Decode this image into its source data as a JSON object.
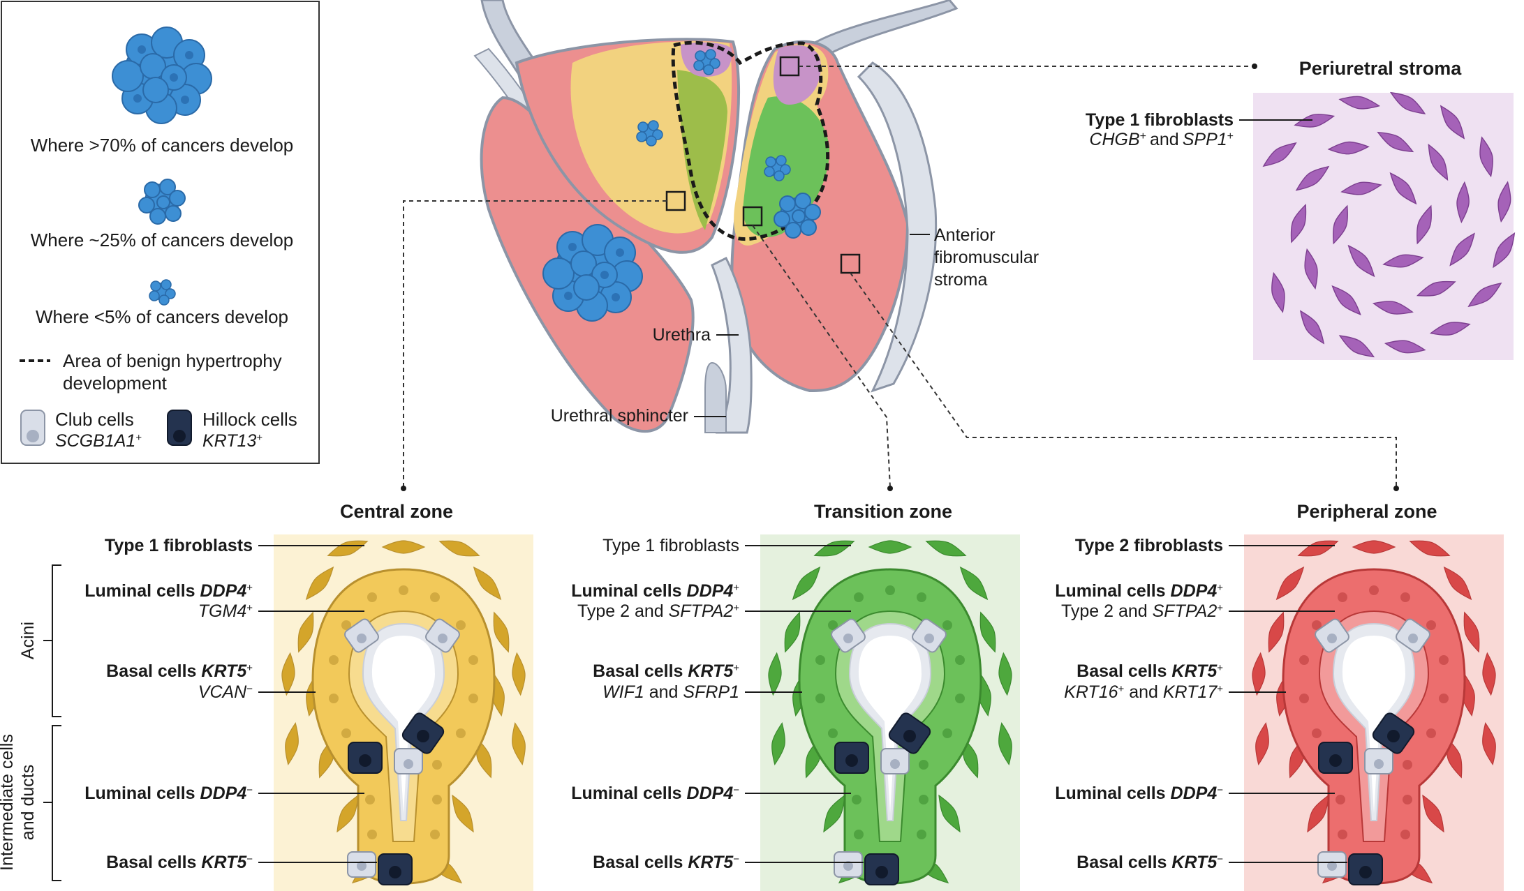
{
  "legend": {
    "gt70": "Where >70% of cancers develop",
    "approx25": "Where ~25% of cancers develop",
    "lt5": "Where <5% of cancers develop",
    "bph": [
      "Area of benign hypertrophy",
      "development"
    ],
    "club": {
      "name": "Club cells",
      "marker": "SCGB1A1",
      "sup": "+"
    },
    "hillock": {
      "name": "Hillock cells",
      "marker": "KRT13",
      "sup": "+"
    }
  },
  "anatomy": {
    "anterior": [
      "Anterior",
      "fibromuscular",
      "stroma"
    ],
    "urethra": "Urethra",
    "sphincter": "Urethral sphincter"
  },
  "periurethral": {
    "title": "Periuretral stroma",
    "fibro": "Type 1 fibroblasts",
    "m1": "CHGB",
    "and": "and",
    "m2": "SPP1",
    "sup": "+"
  },
  "side": {
    "acini": "Acini",
    "ducts": [
      "Intermediate cells",
      "and ducts"
    ]
  },
  "zones": [
    {
      "title": "Central zone",
      "fibro": "Type 1 fibroblasts",
      "lum": "Luminal cells",
      "lum_m": "DDP4",
      "lum_s": "+",
      "lum2a": "",
      "lum2m": "TGM4",
      "lum2s": "+",
      "bas": "Basal cells",
      "bas_m": "KRT5",
      "bas_s": "+",
      "bas2a": "VCAN",
      "bas2as": "−",
      "bas2and": "",
      "bas2b": "",
      "bas2bs": "",
      "lumd": "Luminal cells",
      "lumd_m": "DDP4",
      "lumd_s": "−",
      "basd": "Basal cells",
      "basd_m": "KRT5",
      "basd_s": "−"
    },
    {
      "title": "Transition zone",
      "fibro": "Type 1 fibroblasts",
      "lum": "Luminal cells",
      "lum_m": "DDP4",
      "lum_s": "+",
      "lum2a": "Type 2 and ",
      "lum2m": "SFTPA2",
      "lum2s": "+",
      "bas": "Basal cells",
      "bas_m": "KRT5",
      "bas_s": "+",
      "bas2a": "WIF1",
      "bas2as": "",
      "bas2and": " and ",
      "bas2b": "SFRP1",
      "bas2bs": "",
      "lumd": "Luminal cells",
      "lumd_m": "DDP4",
      "lumd_s": "−",
      "basd": "Basal cells",
      "basd_m": "KRT5",
      "basd_s": "−"
    },
    {
      "title": "Peripheral zone",
      "fibro": "Type 2 fibroblasts",
      "lum": "Luminal cells",
      "lum_m": "DDP4",
      "lum_s": "+",
      "lum2a": "Type 2 and ",
      "lum2m": "SFTPA2",
      "lum2s": "+",
      "bas": "Basal cells",
      "bas_m": "KRT5",
      "bas_s": "+",
      "bas2a": "KRT16",
      "bas2as": "+",
      "bas2and": " and ",
      "bas2b": "KRT17",
      "bas2bs": "+",
      "lumd": "Luminal cells",
      "lumd_m": "DDP4",
      "lumd_s": "−",
      "basd": "Basal cells",
      "basd_m": "KRT5",
      "basd_s": "−"
    }
  ],
  "colors": {
    "central_fill": "#f2c95a",
    "central_bg": "#fcf2d4",
    "central_fibro": "#d4a52a",
    "transition_fill": "#6cc15a",
    "transition_bg": "#e5f1de",
    "transition_fibro": "#4ea83d",
    "peripheral_fill": "#ec6e6e",
    "peripheral_bg": "#f9d9d6",
    "peripheral_fibro": "#d84848",
    "periurethral_bg": "#efe1f2",
    "periurethral_fibro": "#a562b8",
    "cancer_blue": "#3d8fd4",
    "club": "#d9dee8",
    "hillock": "#24334f"
  }
}
